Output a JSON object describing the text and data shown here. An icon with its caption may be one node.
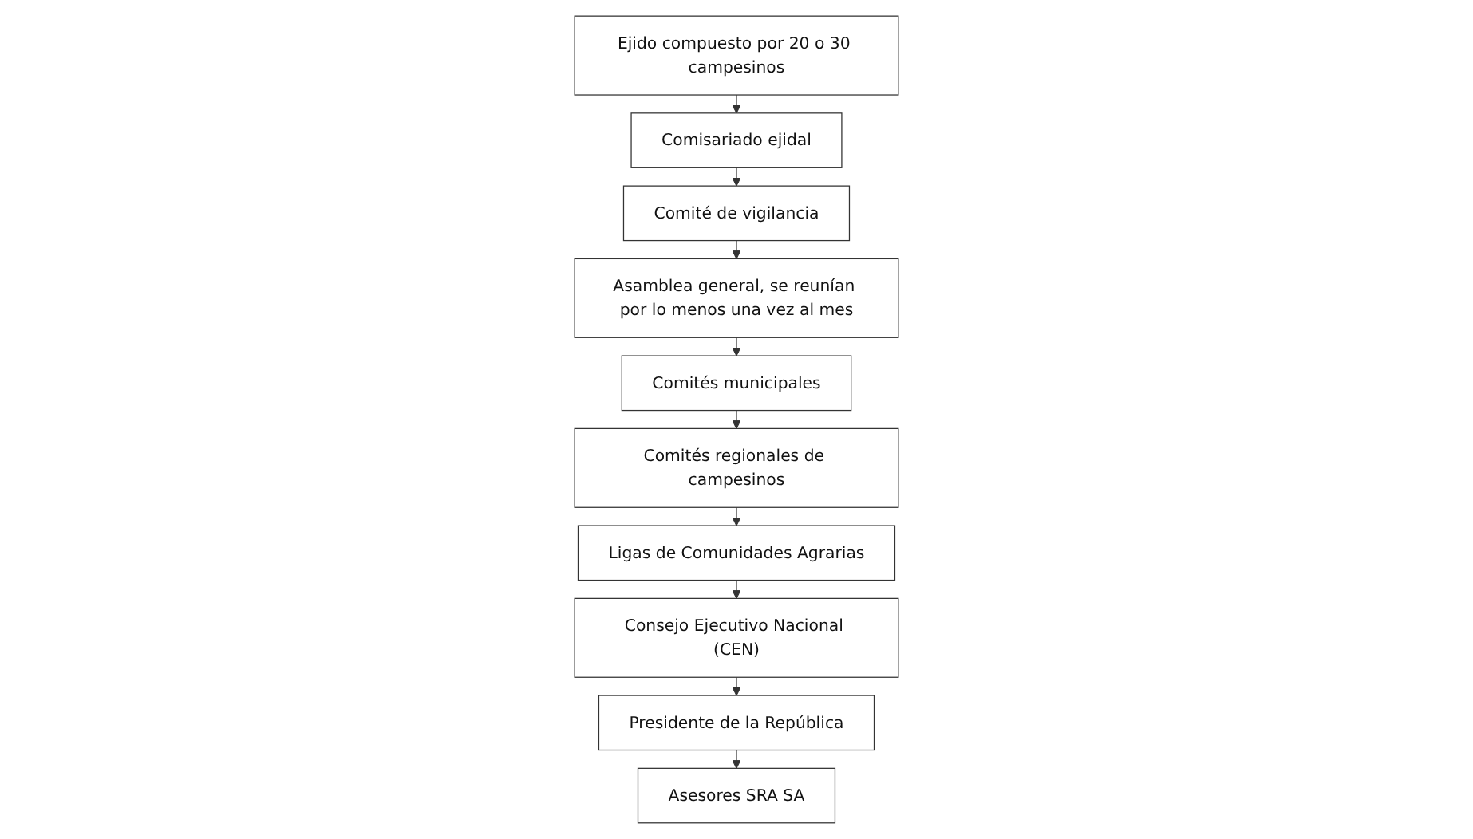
{
  "diagram": {
    "nodes": [
      {
        "text": [
          "Ejido compuesto por 20 o 30 campesinos"
        ]
      },
      {
        "text": [
          "Comisariado ejidal"
        ]
      },
      {
        "text": [
          "Comité de vigilancia"
        ]
      },
      {
        "text": [
          "Asamblea general, se reunían por lo menos una vez al mes"
        ]
      },
      {
        "text": [
          "Comités municipales"
        ]
      },
      {
        "text": [
          "Comités regionales de campesinos"
        ]
      },
      {
        "text": [
          "Ligas de Comunidades Agrarias"
        ]
      },
      {
        "text": [
          "Consejo Ejecutivo Nacional (CEN)"
        ]
      },
      {
        "text": [
          "Presidente de la República"
        ]
      },
      {
        "text": [
          "Asesores SRA SA"
        ]
      }
    ],
    "edges": [
      {
        "from": 0,
        "to": 1,
        "arrow": "to"
      },
      {
        "from": 1,
        "to": 2,
        "arrow": "to"
      },
      {
        "from": 2,
        "to": 3,
        "arrow": "to"
      },
      {
        "from": 3,
        "to": 4,
        "arrow": "to"
      },
      {
        "from": 4,
        "to": 5,
        "arrow": "to"
      },
      {
        "from": 5,
        "to": 6,
        "arrow": "to"
      },
      {
        "from": 6,
        "to": 7,
        "arrow": "to"
      },
      {
        "from": 7,
        "to": 8,
        "arrow": "to"
      },
      {
        "from": 8,
        "to": 9,
        "arrow": "to"
      }
    ]
  }
}
